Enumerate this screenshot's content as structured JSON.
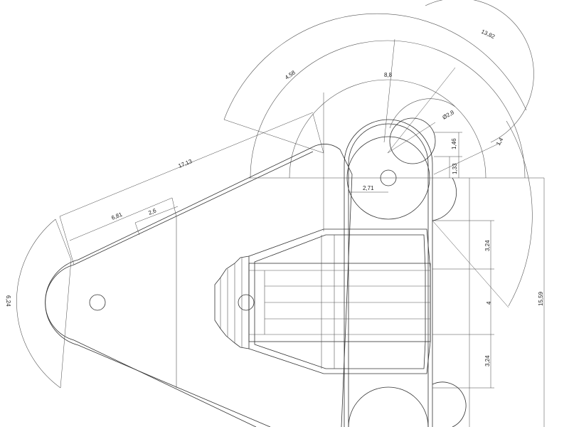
{
  "drawing": {
    "dimensions": {
      "d_13_82": "13,82",
      "d_4_58": "4,58",
      "d_8_8": "8,8",
      "d_dia_2_8": "Ø2,8",
      "d_1_4": "1,4",
      "d_1_46": "1,46",
      "d_1_33": "1,33",
      "d_2_71": "2,71",
      "d_17_13": "17,13",
      "d_6_81": "6,81",
      "d_2_6": "2,6",
      "d_6_24": "6,24",
      "d_3_24_top": "3,24",
      "d_4": "4",
      "d_3_24_bottom": "3,24",
      "d_15_59": "15,59"
    }
  }
}
